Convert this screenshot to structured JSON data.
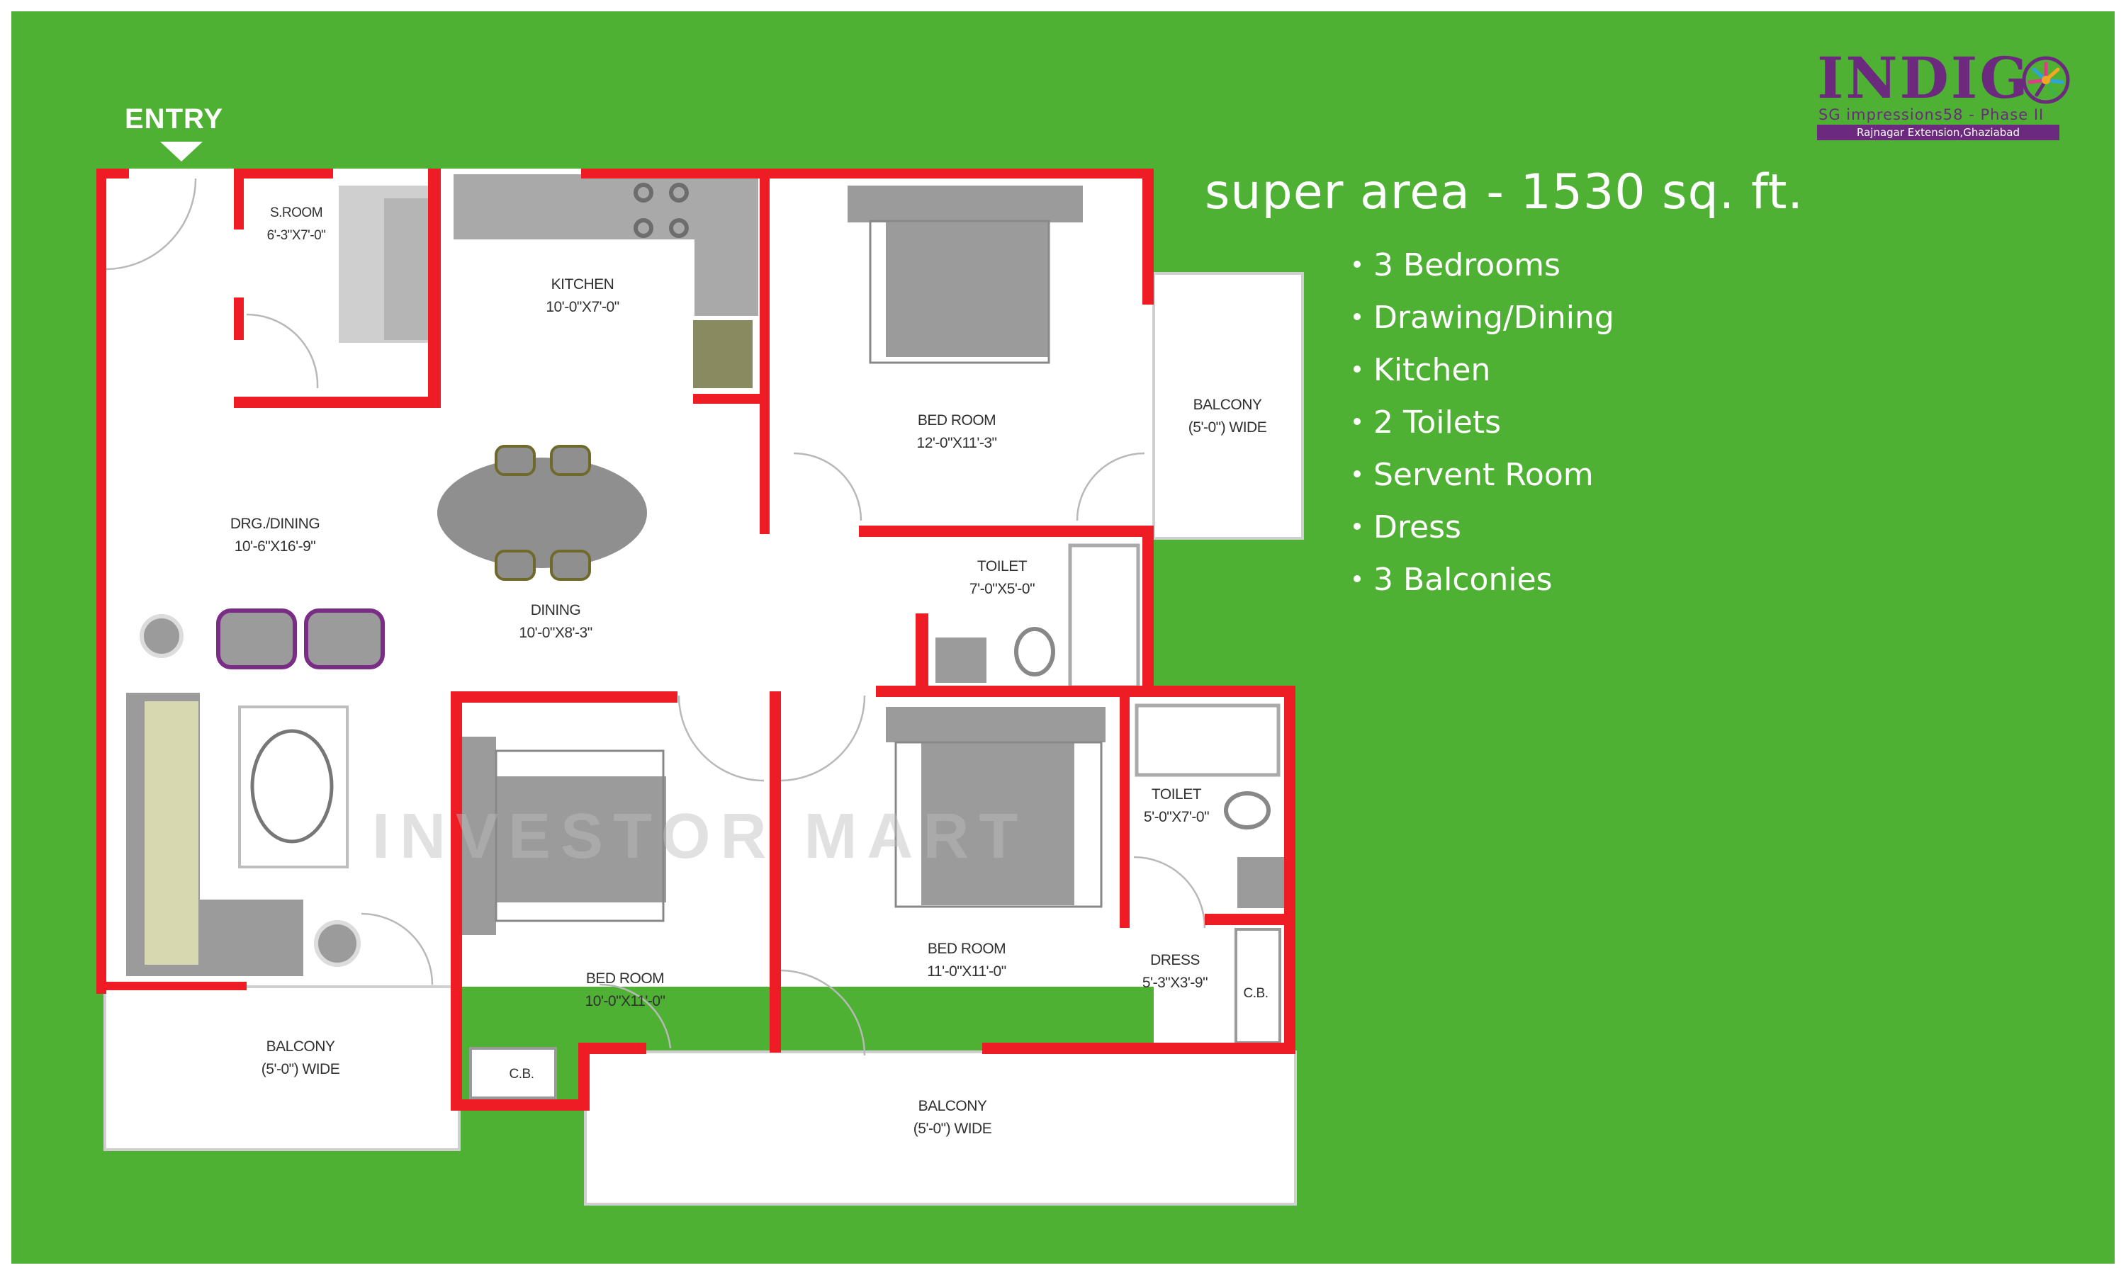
{
  "entry": {
    "label": "ENTRY"
  },
  "summary": {
    "title": "super area - 1530 sq. ft.",
    "features": [
      "3 Bedrooms",
      "Drawing/Dining",
      "Kitchen",
      "2 Toilets",
      "Servent Room",
      "Dress",
      "3 Balconies"
    ]
  },
  "logo": {
    "name": "INDIG",
    "subtitle": "SG impressions58 - Phase II",
    "location": "Rajnagar Extension,Ghaziabad"
  },
  "watermark": "INVESTOR MART",
  "rooms": {
    "sroom": {
      "name": "S.ROOM",
      "size": "6'-3\"X7'-0\""
    },
    "kitchen": {
      "name": "KITCHEN",
      "size": "10'-0\"X7'-0\""
    },
    "bedroom_top": {
      "name": "BED ROOM",
      "size": "12'-0\"X11'-3\""
    },
    "balcony_right": {
      "name": "BALCONY",
      "size": "(5'-0\") WIDE"
    },
    "drg_dining": {
      "name": "DRG./DINING",
      "size": "10'-6\"X16'-9\""
    },
    "dining": {
      "name": "DINING",
      "size": "10'-0\"X8'-3\""
    },
    "toilet_mid": {
      "name": "TOILET",
      "size": "7'-0\"X5'-0\""
    },
    "bedroom_left": {
      "name": "BED ROOM",
      "size": "10'-0\"X11'-0\""
    },
    "bedroom_right": {
      "name": "BED ROOM",
      "size": "11'-0\"X11'-0\""
    },
    "toilet_right": {
      "name": "TOILET",
      "size": "5'-0\"X7'-0\""
    },
    "dress": {
      "name": "DRESS",
      "size": "5'-3\"X3'-9\""
    },
    "cb_right": {
      "name": "C.B."
    },
    "cb_left": {
      "name": "C.B."
    },
    "balcony_left": {
      "name": "BALCONY",
      "size": "(5'-0\") WIDE"
    },
    "balcony_bottom": {
      "name": "BALCONY",
      "size": "(5'-0\") WIDE"
    }
  },
  "colors": {
    "background": "#4fb133",
    "wall": "#ee1c24",
    "floor": "#ffffff",
    "furniture": "#9b9b9b",
    "logo": "#6b2a7e"
  }
}
